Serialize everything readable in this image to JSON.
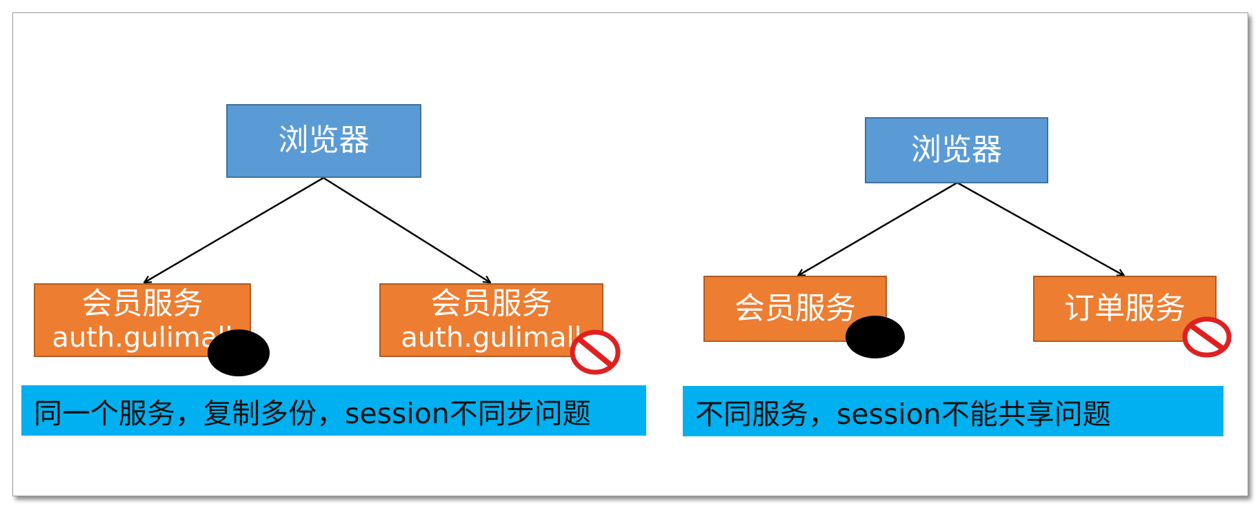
{
  "left_diagram": {
    "root": {
      "label": "浏览器"
    },
    "children": [
      {
        "label": "会员服务",
        "sub": "auth.gulimall"
      },
      {
        "label": "会员服务",
        "sub": "auth.gulimall"
      }
    ],
    "caption": "同一个服务，复制多份，session不同步问题"
  },
  "right_diagram": {
    "root": {
      "label": "浏览器"
    },
    "children": [
      {
        "label": "会员服务"
      },
      {
        "label": "订单服务"
      }
    ],
    "caption": "不同服务，session不能共享问题"
  },
  "colors": {
    "node_blue": "#5b9bd5",
    "node_orange": "#ed7d31",
    "caption_bg": "#00b0f0",
    "no_sign": "#e02020"
  },
  "icons": [
    "black-blob",
    "no-sign-icon"
  ]
}
